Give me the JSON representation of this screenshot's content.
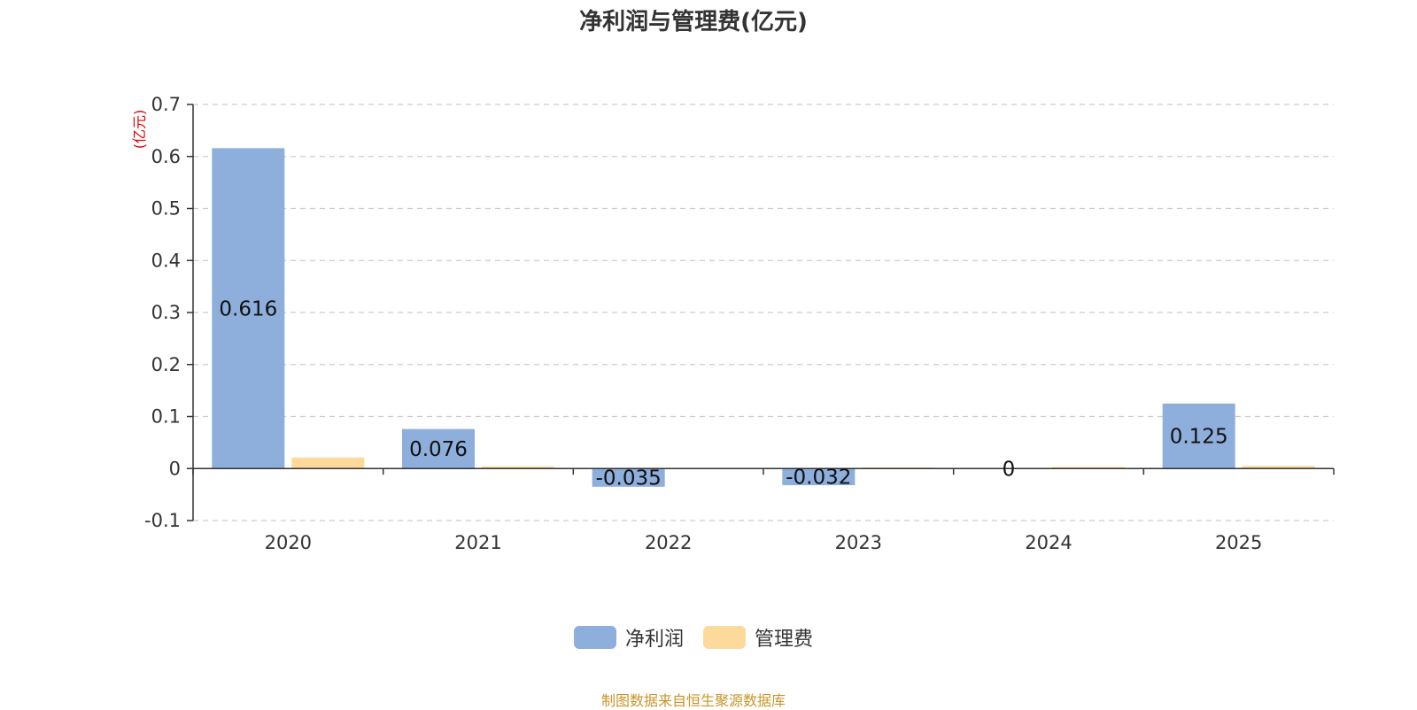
{
  "chart_data": {
    "type": "bar",
    "title": "净利润与管理费(亿元)",
    "unit_label": "(亿元)",
    "categories": [
      "2020",
      "2021",
      "2022",
      "2023",
      "2024",
      "2025"
    ],
    "series": [
      {
        "name": "净利润",
        "color": "#8eaedb",
        "values": [
          0.616,
          0.076,
          -0.035,
          -0.032,
          0,
          0.125
        ],
        "labels": [
          "0.616",
          "0.076",
          "-0.035",
          "-0.032",
          "0",
          "0.125"
        ]
      },
      {
        "name": "管理费",
        "color": "#fdd99b",
        "values": [
          0.021,
          0.004,
          0.001,
          0.002,
          0.003,
          0.005
        ]
      }
    ],
    "ylim": [
      -0.1,
      0.7
    ],
    "yticks": [
      -0.1,
      0,
      0.1,
      0.2,
      0.3,
      0.4,
      0.5,
      0.6,
      0.7
    ],
    "ytick_labels": [
      "-0.1",
      "0",
      "0.1",
      "0.2",
      "0.3",
      "0.4",
      "0.5",
      "0.6",
      "0.7"
    ],
    "grid": true,
    "legend_position": "bottom-center"
  },
  "source_text": "制图数据来自恒生聚源数据库"
}
